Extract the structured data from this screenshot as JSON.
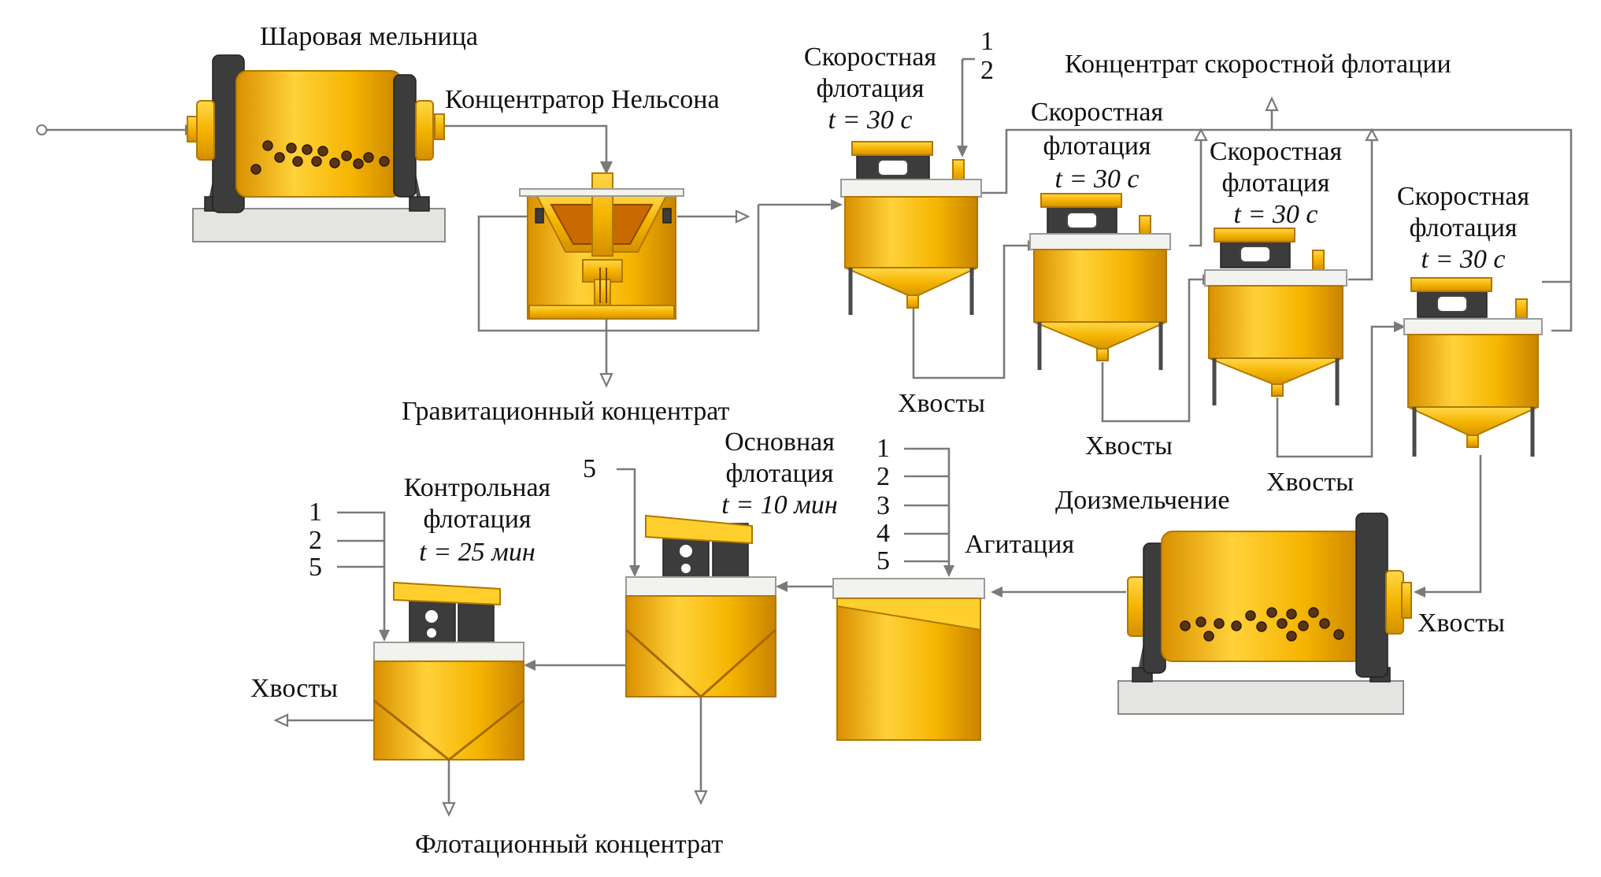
{
  "labels": {
    "ball_mill": "Шаровая мельница",
    "nelson_concentrator": "Концентратор Нельсона",
    "gravity_concentrate": "Гравитационный концентрат",
    "rapid_flotation_word1": "Скоростная",
    "rapid_flotation_word2": "флотация",
    "rapid_flotation_time": "t = 30 c",
    "rapid_flotation_concentrate": "Концентрат скоростной флотации",
    "tailings": "Хвосты",
    "regrinding": "Доизмельчение",
    "agitation": "Агитация",
    "main_flotation_word1": "Основная",
    "main_flotation_word2": "флотация",
    "main_flotation_time": "t = 10 мин",
    "control_flotation_word1": "Контрольная",
    "control_flotation_word2": "флотация",
    "control_flotation_time": "t = 25 мин",
    "flotation_concentrate": "Флотационный концентрат"
  },
  "reagent_inputs": {
    "rapid_flotation": [
      "1",
      "2"
    ],
    "agitation": [
      "1",
      "2",
      "3",
      "4",
      "5"
    ],
    "main_flotation": [
      "5"
    ],
    "control_flotation": [
      "1",
      "2",
      "5"
    ]
  },
  "colors": {
    "equipment_gold": "#f5b400",
    "equipment_highlight": "#ffd84a",
    "lines": "#7a7a7a"
  }
}
